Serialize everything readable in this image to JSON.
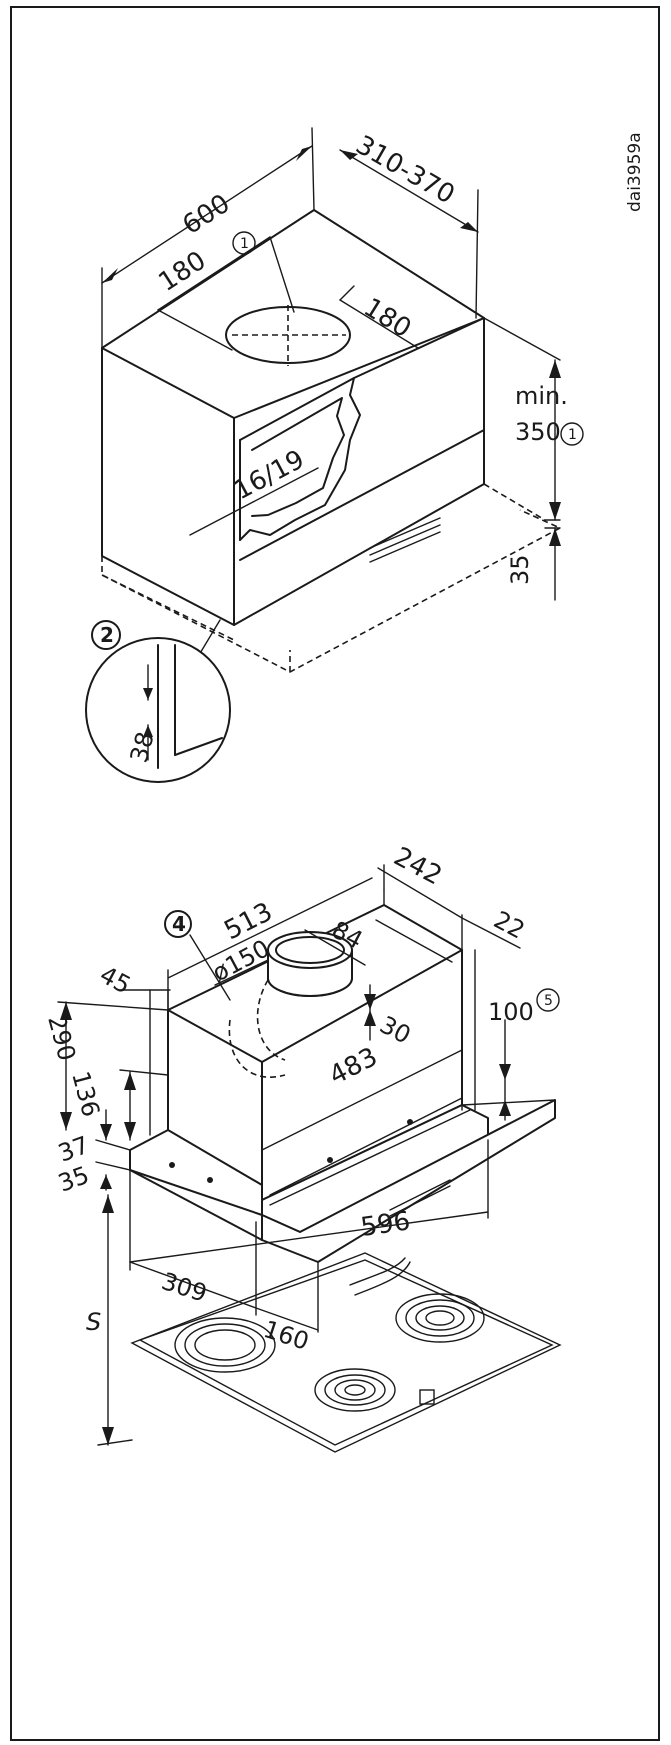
{
  "figure_id": "dai3959a",
  "top_diagram": {
    "width": "600",
    "depth": "310-370",
    "cutout_a": "180",
    "cutout_b": "180",
    "panel_thickness": "16/19",
    "min_label": "min.",
    "height_min": "350",
    "gap": "35",
    "detail_depth": "38",
    "note_1": "1",
    "callout_2": "2"
  },
  "bottom_diagram": {
    "depth": "242",
    "width_top": "513",
    "offset_right": "22",
    "callout_4": "4",
    "offset_left": "45",
    "duct_diameter": "ø150",
    "duct_offset": "84",
    "height_total": "290",
    "duct_height": "30",
    "dim_100": "100",
    "note_5": "5",
    "height_body": "136",
    "width_inner": "483",
    "dim_37": "37",
    "dim_35": "35",
    "width_front": "596",
    "dim_s": "S",
    "dim_309": "309",
    "dim_160": "160"
  }
}
